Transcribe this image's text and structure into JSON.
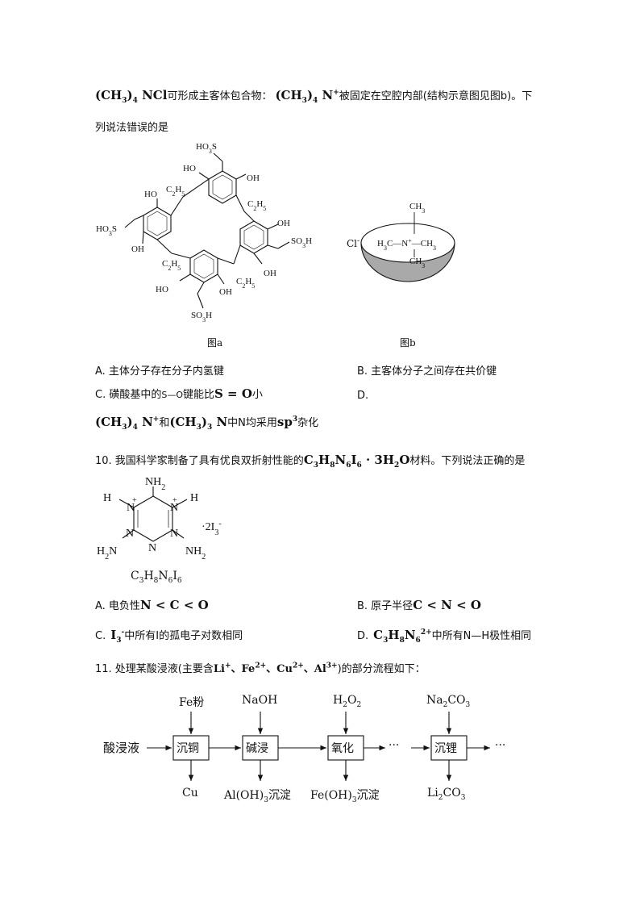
{
  "q9": {
    "line1_formula_a": "(CH3)4 NCl",
    "line1_text_a": "可形成主客体包合物：",
    "line1_formula_b": "(CH3)4 N+",
    "line1_text_b": "被固定在空腔内部(结构示意图见图b)。下",
    "line2": "列说法错误的是",
    "fig_a_caption": "图a",
    "fig_b_caption": "图b",
    "fig_b_anion": "Cl-",
    "options": {
      "A": "A.  主体分子存在分子内氢键",
      "B": "B.  主客体分子之间存在共价键",
      "C_prefix": "C.  磺酸基中的",
      "C_mid": "S—O",
      "C_mid2": "键能比",
      "C_formula": "S = O",
      "C_suffix": "小",
      "D": "D.",
      "D_formula_a": "(CH3)4 N+",
      "D_and": "和",
      "D_formula_b": "(CH3)3 N",
      "D_suffix_a": "中N均采用",
      "D_formula_c": "sp3",
      "D_suffix_b": "杂化"
    }
  },
  "q10": {
    "stem_a": "10.  我国科学家制备了具有优良双折射性能的",
    "formula": "C3H8N6I6 · 3H2O",
    "stem_b": "材料。下列说法正确的是",
    "structure_caption": "C3H8N6I6",
    "options": {
      "A_prefix": "A.  电负性",
      "A_formula": "N < C < O",
      "B_prefix": "B.  原子半径",
      "B_formula": "C < N < O",
      "C_prefix": "C.",
      "C_formula": "I3-",
      "C_suffix": "中所有I的孤电子对数相同",
      "D_prefix": "D.",
      "D_formula": "C3H8N62+",
      "D_suffix": "中所有N—H极性相同"
    }
  },
  "q11": {
    "stem_a": "11.  处理某酸浸液(主要含",
    "ions": "Li+、Fe2+、Cu2+、Al3+",
    "stem_b": ")的部分流程如下：",
    "flow": {
      "start": "酸浸液",
      "steps": [
        "沉铜",
        "碱浸",
        "氧化",
        "沉锂"
      ],
      "reagents": [
        "Fe粉",
        "NaOH",
        "H2O2",
        "Na2CO3"
      ],
      "products": [
        "Cu",
        "Al(OH)3沉淀",
        "Fe(OH)3沉淀",
        "Li2CO3"
      ],
      "ellipsis": "···"
    }
  }
}
